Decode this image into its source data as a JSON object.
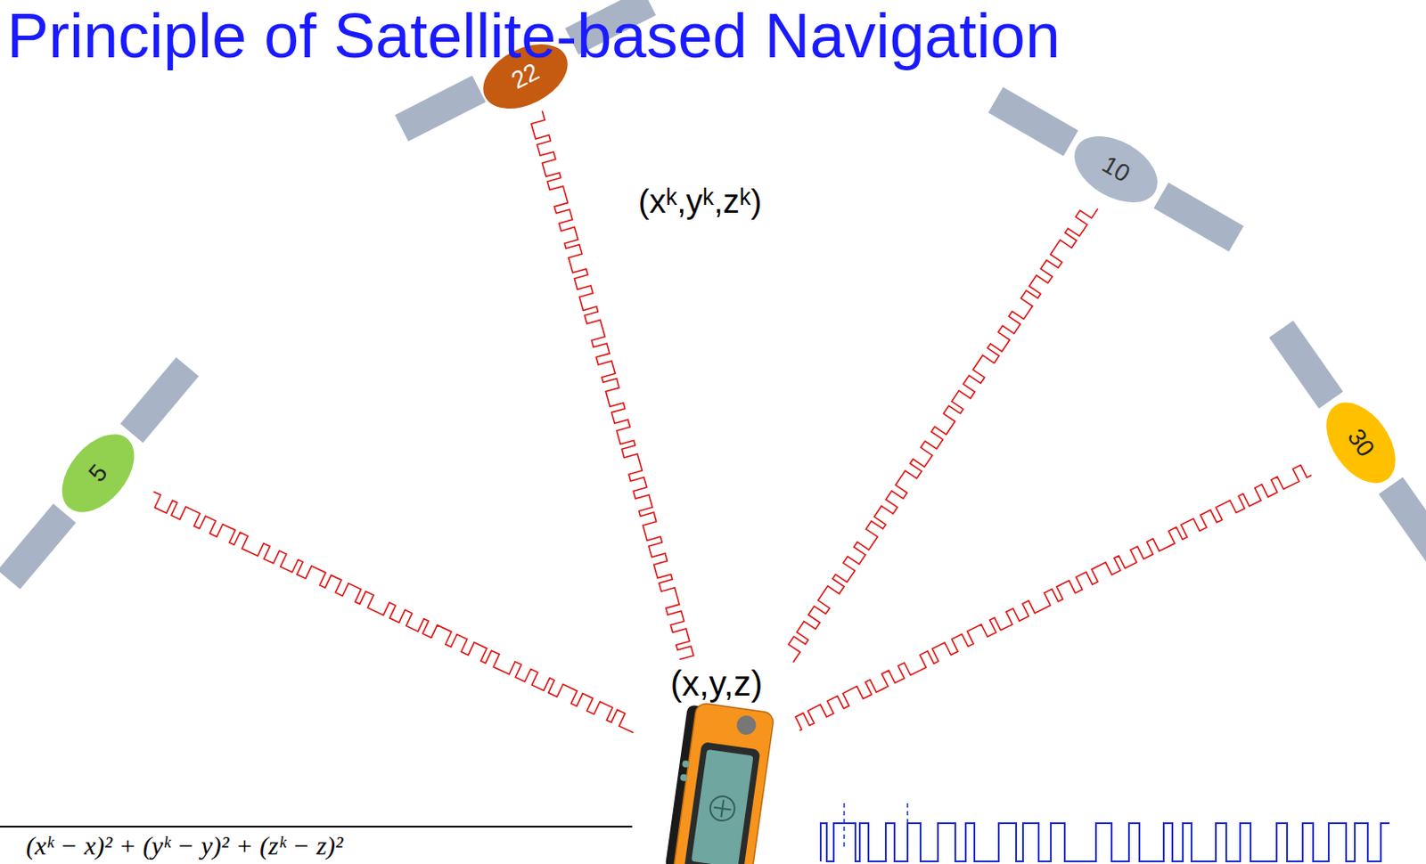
{
  "diagram": {
    "title": "Principle of Satellite-based Navigation",
    "nodes": [
      {
        "text": [
          "22"
        ]
      },
      {
        "text": [
          "10"
        ]
      },
      {
        "text": [
          "5"
        ]
      },
      {
        "text": [
          "30"
        ]
      },
      {
        "text": [
          "(x,y,z)"
        ]
      }
    ],
    "edges": [
      {
        "from": 2,
        "to": 4,
        "arrow": "none"
      },
      {
        "from": 0,
        "to": 4,
        "arrow": "none"
      },
      {
        "from": 1,
        "to": 4,
        "arrow": "none"
      },
      {
        "from": 3,
        "to": 4,
        "arrow": "none"
      }
    ],
    "labels": [
      "(xᵏ,yᵏ,zᵏ)",
      "(xᵏ − x)² + (yᵏ − y)² + (zᵏ − z)²"
    ]
  }
}
